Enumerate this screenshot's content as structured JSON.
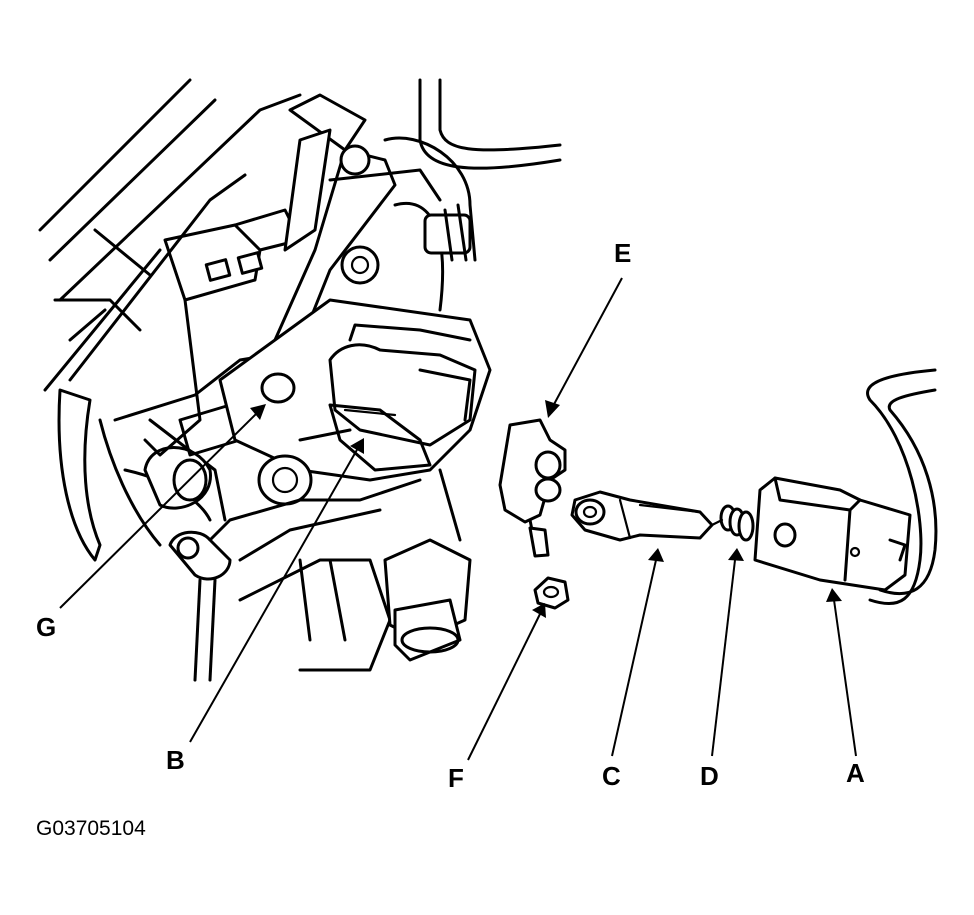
{
  "callouts": {
    "a": "A",
    "b": "B",
    "c": "C",
    "d": "D",
    "e": "E",
    "f": "F",
    "g": "G"
  },
  "figure_id": "G03705104"
}
